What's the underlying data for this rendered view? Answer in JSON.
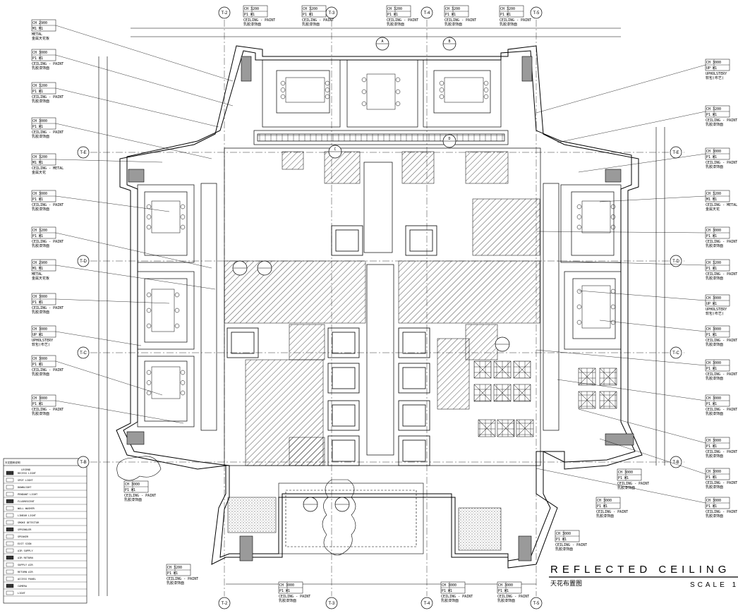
{
  "title": {
    "en": "REFLECTED   CEILING   PLAN",
    "cn": "天花布置图",
    "scale": "SCALE  1"
  },
  "grid_top": [
    "T-2",
    "T-3",
    "T-4",
    "T-5"
  ],
  "grid_bottom": [
    "T-2",
    "T-3",
    "T-4",
    "T-5"
  ],
  "grid_left": [
    "T-E",
    "T-D",
    "T-C",
    "T-B"
  ],
  "grid_right": [
    "T-E",
    "T-D",
    "T-C",
    "T-B"
  ],
  "tags_left": [
    {
      "l1": "CH  2900",
      "l2": "M1   M1",
      "l3": "METAL",
      "l4": "金属天花板"
    },
    {
      "l1": "CH  3000",
      "l2": "P1   W1",
      "l3": "CEILING - PAINT",
      "l4": "乳胶漆饰面"
    },
    {
      "l1": "CH  3200",
      "l2": "P1   W1",
      "l3": "CEILING - PAINT",
      "l4": "乳胶漆饰面"
    },
    {
      "l1": "CH  3000",
      "l2": "P1   W1",
      "l3": "CEILING - PAINT",
      "l4": "乳胶漆饰面"
    },
    {
      "l1": "CH  3200",
      "l2": "M1   M1",
      "l3": "CEILING - METAL",
      "l4": "金属天花"
    },
    {
      "l1": "CH  3000",
      "l2": "P1   W1",
      "l3": "CEILING - PAINT",
      "l4": "乳胶漆饰面"
    },
    {
      "l1": "CH  3200",
      "l2": "P1   W1",
      "l3": "CEILING - PAINT",
      "l4": "乳胶漆饰面"
    },
    {
      "l1": "CH  2900",
      "l2": "M1   M1",
      "l3": "METAL",
      "l4": "金属天花板"
    },
    {
      "l1": "CH  3000",
      "l2": "P1   W1",
      "l3": "CEILING - PAINT",
      "l4": "乳胶漆饰面"
    },
    {
      "l1": "CH  3000",
      "l2": "UP   W1",
      "l3": "UPHOLSTERY",
      "l4": "软包(布艺)"
    },
    {
      "l1": "CH  3000",
      "l2": "P1   W1",
      "l3": "CEILING - PAINT",
      "l4": "乳胶漆饰面"
    },
    {
      "l1": "CH  3000",
      "l2": "P1   W1",
      "l3": "CEILING - PAINT",
      "l4": "乳胶漆饰面"
    }
  ],
  "tags_right": [
    {
      "l1": "CH  3000",
      "l2": "UP   W1",
      "l3": "UPHOLSTERY",
      "l4": "软包(布艺)"
    },
    {
      "l1": "CH  3200",
      "l2": "P1   W1",
      "l3": "CEILING - PAINT",
      "l4": "乳胶漆饰面"
    },
    {
      "l1": "CH  3000",
      "l2": "P1   W1",
      "l3": "CEILING - PAINT",
      "l4": "乳胶漆饰面"
    },
    {
      "l1": "CH  3200",
      "l2": "M1   M1",
      "l3": "CEILING - METAL",
      "l4": "金属天花"
    },
    {
      "l1": "CH  3000",
      "l2": "P1   W1",
      "l3": "CEILING - PAINT",
      "l4": "乳胶漆饰面"
    },
    {
      "l1": "CH  3200",
      "l2": "P1   W1",
      "l3": "CEILING - PAINT",
      "l4": "乳胶漆饰面"
    },
    {
      "l1": "CH  3000",
      "l2": "UP   W1",
      "l3": "UPHOLSTERY",
      "l4": "软包(布艺)"
    },
    {
      "l1": "CH  3000",
      "l2": "P1   W1",
      "l3": "CEILING - PAINT",
      "l4": "乳胶漆饰面"
    },
    {
      "l1": "CH  3000",
      "l2": "P1   W1",
      "l3": "CEILING - PAINT",
      "l4": "乳胶漆饰面"
    },
    {
      "l1": "CH  3000",
      "l2": "P1   W1",
      "l3": "CEILING - PAINT",
      "l4": "乳胶漆饰面"
    },
    {
      "l1": "CH  3000",
      "l2": "P1   W1",
      "l3": "CEILING - PAINT",
      "l4": "乳胶漆饰面"
    },
    {
      "l1": "CH  3000",
      "l2": "P1   W1",
      "l3": "CEILING - PAINT",
      "l4": "乳胶漆饰面"
    },
    {
      "l1": "CH  3000",
      "l2": "P1   W1",
      "l3": "CEILING - PAINT",
      "l4": "乳胶漆饰面"
    }
  ],
  "tags_top": [
    {
      "l1": "CH  3200",
      "l2": "P1   W1",
      "l3": "CEILING - PAINT",
      "l4": "乳胶漆饰面"
    },
    {
      "l1": "CH  3200",
      "l2": "P1   W1",
      "l3": "CEILING - PAINT",
      "l4": "乳胶漆饰面"
    },
    {
      "l1": "CH  3200",
      "l2": "P1   W1",
      "l3": "CEILING - PAINT",
      "l4": "乳胶漆饰面"
    },
    {
      "l1": "CH  3200",
      "l2": "P1   W1",
      "l3": "CEILING - PAINT",
      "l4": "乳胶漆饰面"
    },
    {
      "l1": "CH  3200",
      "l2": "P1   W1",
      "l3": "CEILING - PAINT",
      "l4": "乳胶漆饰面"
    }
  ],
  "tags_bottom": [
    {
      "l1": "CH  3000",
      "l2": "P1   W1",
      "l3": "CEILING - PAINT",
      "l4": "乳胶漆饰面"
    },
    {
      "l1": "CH  3200",
      "l2": "P1   W1",
      "l3": "CEILING - PAINT",
      "l4": "乳胶漆饰面"
    },
    {
      "l1": "CH  3000",
      "l2": "P1   W1",
      "l3": "CEILING - PAINT",
      "l4": "乳胶漆饰面"
    },
    {
      "l1": "CH  3000",
      "l2": "P1   W1",
      "l3": "CEILING - PAINT",
      "l4": "乳胶漆饰面"
    },
    {
      "l1": "CH  3000",
      "l2": "P1   W1",
      "l3": "CEILING - PAINT",
      "l4": "乳胶漆饰面"
    },
    {
      "l1": "CH  3000",
      "l2": "P1   W1",
      "l3": "CEILING - PAINT",
      "l4": "乳胶漆饰面"
    },
    {
      "l1": "CH  3000",
      "l2": "P1   W1",
      "l3": "CEILING - PAINT",
      "l4": "乳胶漆饰面"
    },
    {
      "l1": "CH  3000",
      "l2": "P1   W1",
      "l3": "CEILING - PAINT",
      "l4": "乳胶漆饰面"
    }
  ],
  "section_marks": [
    "A",
    "B",
    "C",
    "D"
  ],
  "legend": {
    "title": "天花图例说明",
    "header": "LEGEND",
    "rows": [
      "RECESS LIGHT",
      "SPOT LIGHT",
      "DOWNLIGHT",
      "PENDANT LIGHT",
      "FLUORESCENT",
      "WALL WASHER",
      "LINEAR LIGHT",
      "SMOKE DETECTOR",
      "SPRINKLER",
      "SPEAKER",
      "EXIT SIGN",
      "AIR SUPPLY",
      "AIR RETURN",
      "SUPPLY AIR",
      "RETURN AIR",
      "ACCESS PANEL",
      "CAMERA",
      "LIGHT"
    ]
  },
  "colors": {
    "ink": "#000000",
    "fill_gray": "#9a9a9a",
    "paper": "#ffffff"
  }
}
